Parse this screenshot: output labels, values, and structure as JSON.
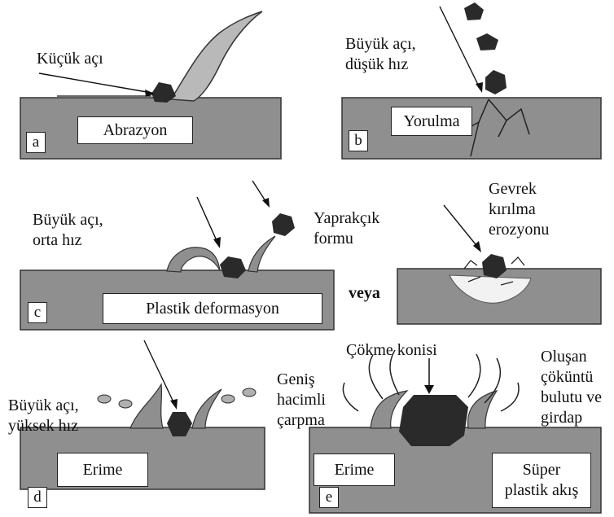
{
  "panels": {
    "a": {
      "letter": "a",
      "box": "Abrazyon",
      "label": "Küçük açı"
    },
    "b": {
      "letter": "b",
      "box": "Yorulma",
      "label": "Büyük açı,\ndüşük hız"
    },
    "c": {
      "letter": "c",
      "box": "Plastik deformasyon",
      "label": "Büyük açı,\norta hız",
      "label2": "Yaprakçık\nformu"
    },
    "c2": {
      "label": "Gevrek\nkırılma\nerozyonu"
    },
    "veya": "veya",
    "d": {
      "letter": "d",
      "box": "Erime",
      "label": "Büyük açı,\nyüksek hız"
    },
    "e": {
      "letter": "e",
      "box": "Erime",
      "box2": "Süper\nplastik akış",
      "label_left": "Geniş\nhacimli\nçarpma",
      "label_top": "Çökme konisi",
      "label_right": "Oluşan\nçöküntü\nbulutu ve\ngirdap"
    }
  },
  "colors": {
    "surface": "#8f8f8f",
    "particle": "#2a2a2a",
    "lip": "#b9b9b9",
    "line": "#111111"
  }
}
